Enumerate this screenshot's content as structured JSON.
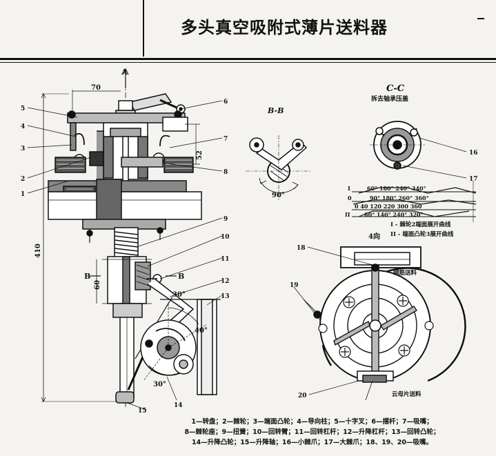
{
  "title": "多头真空吸附式薄片送料器",
  "section_labels": {
    "a": "A",
    "b": "B",
    "bb": "B-B",
    "cc": "C-C",
    "cc_sub": "拆去轴承压盖",
    "view4": "4向"
  },
  "dimensions": {
    "d70": "70",
    "d52": "52",
    "d410": "410",
    "d60": "60",
    "a30_1": "30°",
    "a40": "40°",
    "a30_2": "30°",
    "a90": "90°"
  },
  "parts": [
    "1",
    "2",
    "3",
    "4",
    "5",
    "6",
    "7",
    "8",
    "9",
    "10",
    "11",
    "12",
    "13",
    "14",
    "15",
    "16",
    "17",
    "18",
    "19",
    "20"
  ],
  "timing": {
    "row1_label": "I",
    "row1": "60°   180°  240°   340°",
    "row0_label": "0",
    "row0": "90°   180°  260°    360°",
    "row0b": "0    40    120   220   300   360",
    "row2_label": "II",
    "row2": "60°   140°   240°   320°",
    "note1": "I - 棘轮2端面展开曲线",
    "note2": "II - 端面凸轮3展开曲线"
  },
  "annotations": {
    "mica_top": "钢筋送料",
    "mica_bottom": "云母片送料"
  },
  "legend": [
    "1—转盘；2—棘轮；3—端面凸轮；4—导向柱；5—十字叉；6—摆杆；7—吸嘴；",
    "8—棘轮座；9—扭簧；10—回转臂；11—回转杠杆；12—升降杠杆；13—回转凸轮；",
    "14—升降凸轮；15—升降轴；16—小棘爪；17—大棘爪；18、19、20—吸嘴。"
  ]
}
